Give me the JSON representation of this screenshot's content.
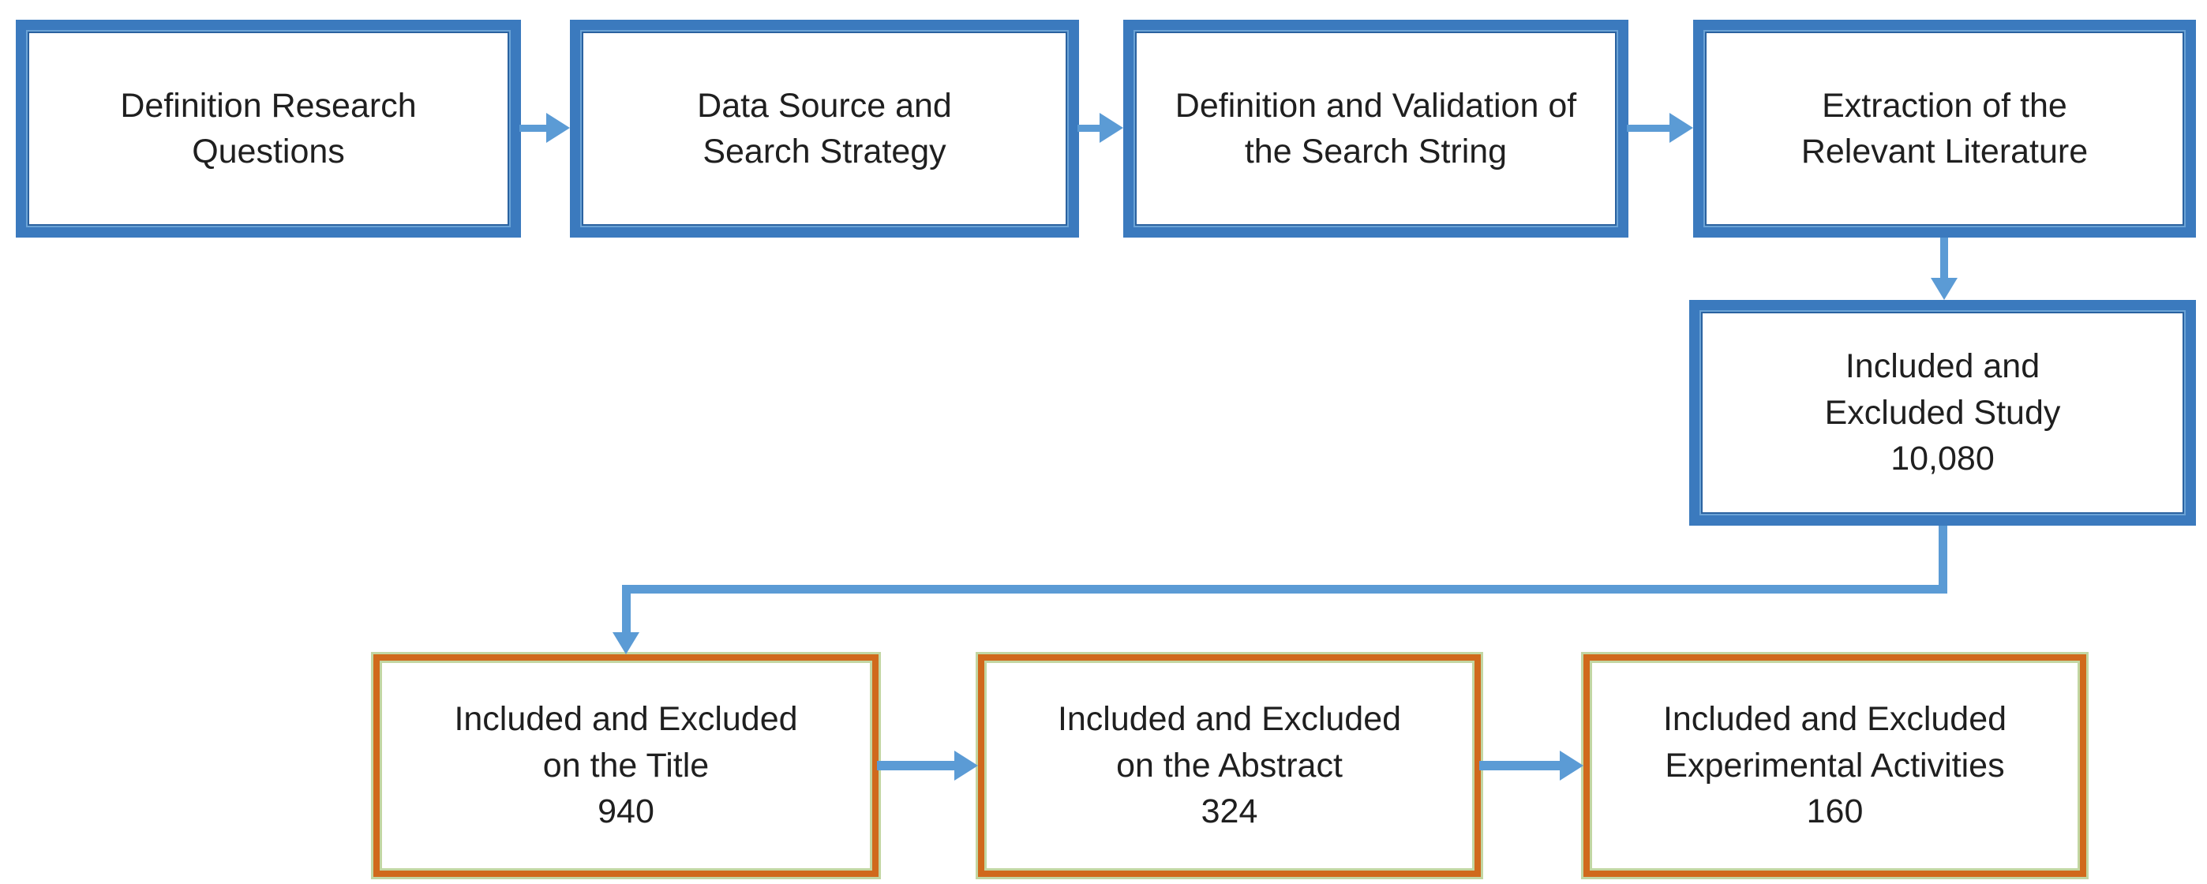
{
  "diagram": {
    "type": "flowchart",
    "colors": {
      "top_box_border": "#3B7ABE",
      "bottom_box_border": "#D0691C",
      "bottom_box_border_highlight": "#C2D6A2",
      "arrow": "#5B9BD5",
      "text": "#1F1F1F",
      "background": "#FFFFFF"
    },
    "top_row": [
      {
        "lines": [
          "Definition Research",
          "Questions"
        ]
      },
      {
        "lines": [
          "Data Source and",
          "Search Strategy"
        ]
      },
      {
        "lines": [
          "Definition and Validation of",
          "the Search String"
        ]
      },
      {
        "lines": [
          "Extraction of the",
          "Relevant Literature"
        ]
      }
    ],
    "middle_box": {
      "lines": [
        "Included and",
        "Excluded Study",
        "10,080"
      ],
      "count": "10,080"
    },
    "bottom_row": [
      {
        "lines": [
          "Included and Excluded",
          "on the Title",
          "940"
        ],
        "count": "940"
      },
      {
        "lines": [
          "Included and Excluded",
          "on the Abstract",
          "324"
        ],
        "count": "324"
      },
      {
        "lines": [
          "Included and Excluded",
          "Experimental Activities",
          "160"
        ],
        "count": "160"
      }
    ]
  }
}
